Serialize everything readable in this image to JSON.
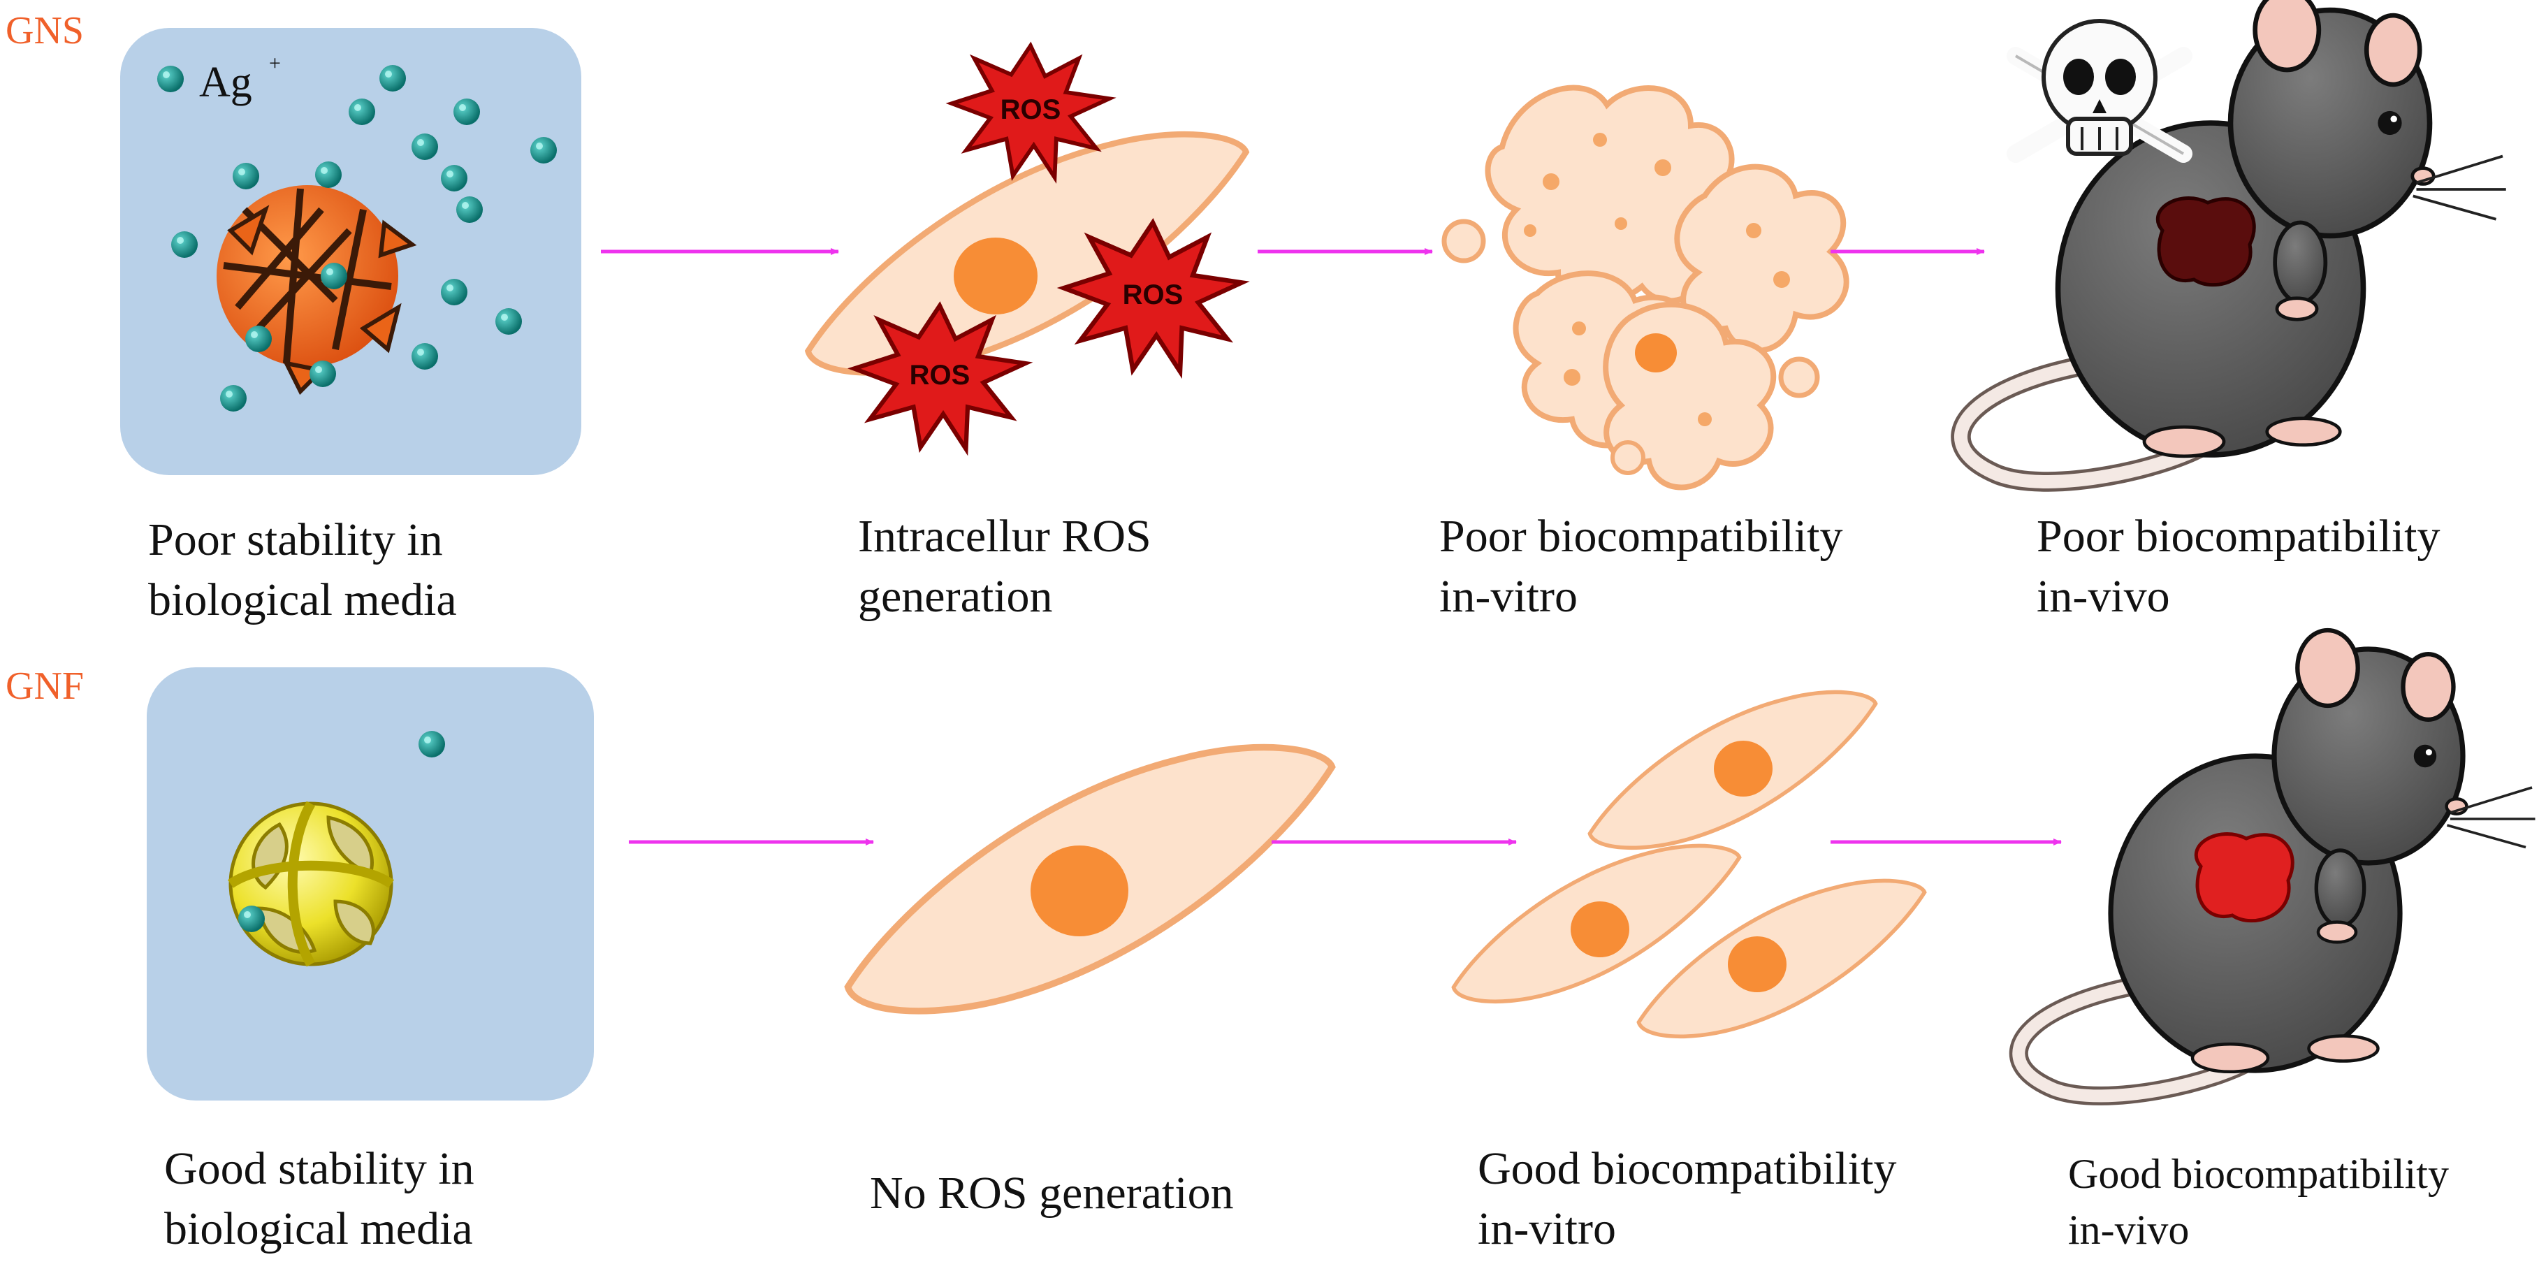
{
  "colors": {
    "tag": "#f0602a",
    "panel": "#b8d0e8",
    "arrow": "#ee33ee",
    "cell_fill": "#fde2cc",
    "cell_edge": "#f2aa74",
    "nucleus": "#f78d36",
    "ros_fill": "#e01a1a",
    "mouse_body": "#5e5e5e",
    "liver_damaged": "#5a0d0d",
    "liver_healthy": "#e02020",
    "ion": "#0f8f8a"
  },
  "icons": [
    "skull-crossbones-icon",
    "mouse-icon",
    "cell-icon",
    "nanoparticle-icon",
    "arrow-icon"
  ],
  "rows": [
    {
      "tag": "GNS",
      "ion_label": "Ag",
      "ion_charge": "+",
      "ros_label": "ROS",
      "captions": [
        [
          "Poor stability in",
          "biological media"
        ],
        [
          "Intracellur ROS",
          "generation"
        ],
        [
          "Poor biocompatibility",
          "in-vitro"
        ],
        [
          "Poor biocompatibility",
          "in-vivo"
        ]
      ]
    },
    {
      "tag": "GNF",
      "captions": [
        [
          "Good stability in",
          "biological media"
        ],
        [
          "No  ROS generation"
        ],
        [
          "Good  biocompatibility",
          "in-vitro"
        ],
        [
          "Good biocompatibility",
          "in-vivo"
        ]
      ]
    }
  ]
}
